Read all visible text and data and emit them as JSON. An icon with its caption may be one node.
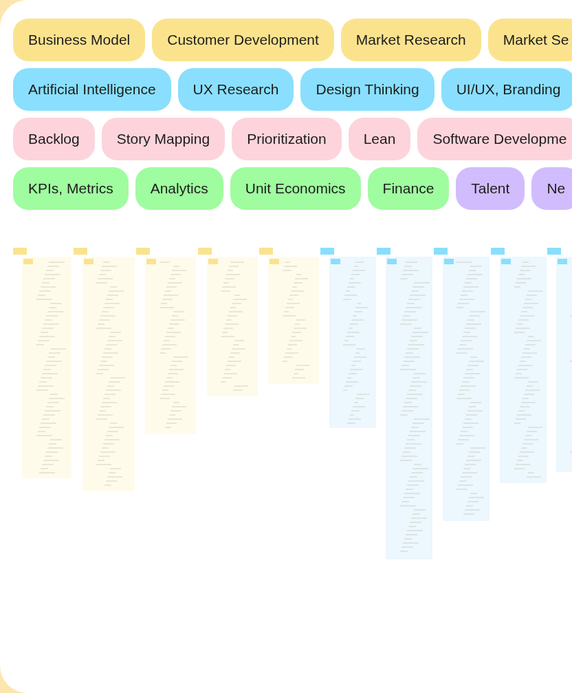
{
  "diagram": {
    "nodes": [
      {
        "text": [
          "Business Model"
        ]
      },
      {
        "text": [
          "Customer Development"
        ]
      },
      {
        "text": [
          "Market Research"
        ]
      },
      {
        "text": [
          "Market Se"
        ]
      },
      {
        "text": [
          "Artificial Intelligence"
        ]
      },
      {
        "text": [
          "UX Research"
        ]
      },
      {
        "text": [
          "Design Thinking"
        ]
      },
      {
        "text": [
          "UI/UX, Branding"
        ]
      },
      {
        "text": [
          "Backlog"
        ]
      },
      {
        "text": [
          "Story Mapping"
        ]
      },
      {
        "text": [
          "Prioritization"
        ]
      },
      {
        "text": [
          "Lean"
        ]
      },
      {
        "text": [
          "Software Developme"
        ]
      },
      {
        "text": [
          "KPIs, Metrics"
        ]
      },
      {
        "text": [
          "Analytics"
        ]
      },
      {
        "text": [
          "Unit Economics"
        ]
      },
      {
        "text": [
          "Finance"
        ]
      },
      {
        "text": [
          "Talent"
        ]
      },
      {
        "text": [
          "Ne"
        ]
      }
    ]
  }
}
